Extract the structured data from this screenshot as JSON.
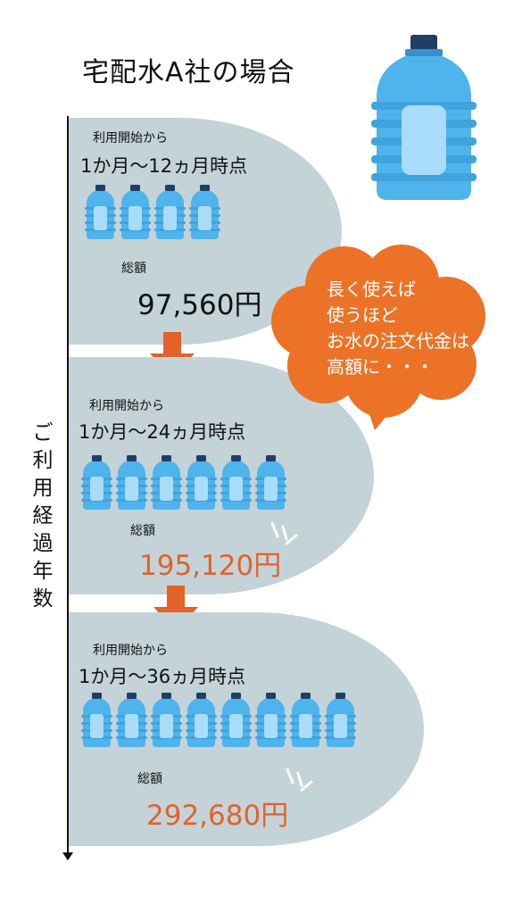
{
  "title": "宅配水A社の場合",
  "axis_label": [
    "ご",
    "利",
    "用",
    "経",
    "過",
    "年",
    "数"
  ],
  "bubble": {
    "lines": [
      "長く使えば",
      "使うほど",
      "お水の注文代金は",
      "高額に・・・"
    ]
  },
  "panels": [
    {
      "since": "利用開始から",
      "period": "1か月〜12ヵ月時点",
      "bottle_count": 4,
      "total_label": "総額",
      "amount": "97,560円"
    },
    {
      "since": "利用開始から",
      "period": "1か月〜24ヵ月時点",
      "bottle_count": 6,
      "total_label": "総額",
      "amount": "195,120円"
    },
    {
      "since": "利用開始から",
      "period": "1か月〜36ヵ月時点",
      "bottle_count": 8,
      "total_label": "総額",
      "amount": "292,680円"
    }
  ],
  "colors": {
    "panel": "#c3d3d8",
    "accent_orange": "#e2622a",
    "bubble_orange": "#eb7226",
    "bottle_blue": "#4fb3ec",
    "bottle_light": "#a8dcf8",
    "cap_navy": "#1f3f67"
  }
}
